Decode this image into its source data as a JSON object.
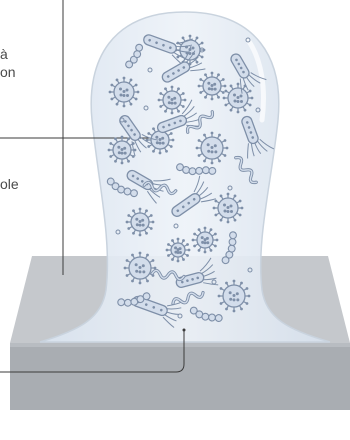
{
  "labels": {
    "top_line1": "à",
    "top_line2": "on",
    "middle": "ole"
  },
  "colors": {
    "slab_top": "#c5c8cc",
    "slab_front": "#a9adb2",
    "dome_fill": "#e4ecf5",
    "dome_stroke": "#c9d3de",
    "microbe_fill": "#d3ddeb",
    "microbe_stroke": "#7e8fa8",
    "leader_line": "#3b3b3b"
  },
  "icons": [
    "spiky-virus-icon",
    "rod-bacterium-icon",
    "coccus-chain-icon",
    "spirillum-icon"
  ]
}
